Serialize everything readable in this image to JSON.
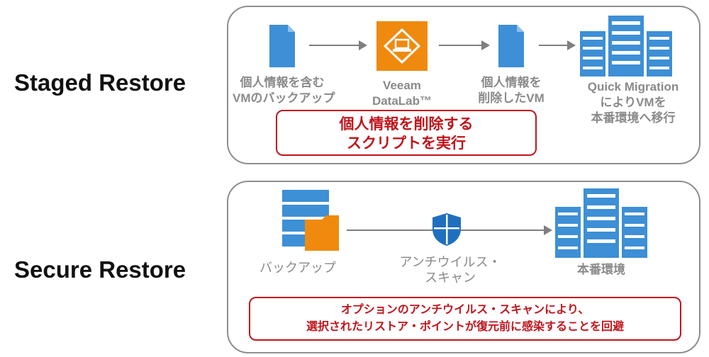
{
  "staged": {
    "title": "Staged Restore",
    "step1": [
      "個人情報を含む",
      "VMのバックアップ"
    ],
    "step2": [
      "Veeam",
      "DataLab™"
    ],
    "step3": [
      "個人情報を",
      "削除したVM"
    ],
    "step4": [
      "Quick Migration",
      "によりVMを",
      "本番環境へ移行"
    ],
    "callout": [
      "個人情報を削除する",
      "スクリプトを実行"
    ]
  },
  "secure": {
    "title": "Secure Restore",
    "step1": "バックアップ",
    "step2": [
      "アンチウイルス・",
      "スキャン"
    ],
    "step3": "本番環境",
    "callout": [
      "オプションのアンチウイルス・スキャンにより、",
      "選択されたリストア・ポイントが復元前に感染することを回避"
    ]
  },
  "colors": {
    "accent_blue": "#3d8fd6",
    "accent_orange": "#ef8a0e",
    "callout_red": "#c0151c",
    "label_gray": "#8a8a8a"
  }
}
